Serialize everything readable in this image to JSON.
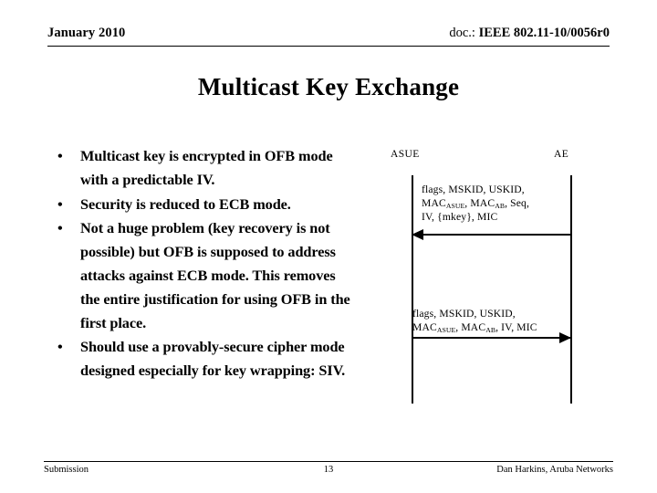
{
  "header": {
    "date": "January 2010",
    "doc_label": "doc.: ",
    "doc_number": "IEEE 802.11-10/0056r0"
  },
  "title": "Multicast Key Exchange",
  "bullets": [
    {
      "marker": "•",
      "text": "Multicast key is encrypted in OFB mode with a predictable IV."
    },
    {
      "marker": "•",
      "text": "Security is reduced to ECB mode."
    },
    {
      "marker": "•",
      "text": "Not a huge problem (key recovery is not possible) but OFB is supposed to address attacks against ECB mode. This removes the entire justification for using OFB in the first place."
    },
    {
      "marker": "•",
      "text": "Should use a provably-secure cipher mode designed especially for key wrapping: SIV."
    }
  ],
  "diagram": {
    "actor_left": "ASUE",
    "actor_right": "AE",
    "messages": [
      {
        "direction": "right-to-left",
        "from": "AE",
        "to": "ASUE",
        "lines": [
          {
            "pre": "flags, MSKID, USKID,",
            "sub": "",
            "post": ""
          },
          {
            "pre": "MAC",
            "sub": "ASUE",
            "post": ", MAC",
            "sub2": "AB",
            "post2": ", Seq,"
          },
          {
            "pre": "IV, {mkey}, MIC",
            "sub": "",
            "post": ""
          }
        ]
      },
      {
        "direction": "left-to-right",
        "from": "ASUE",
        "to": "AE",
        "lines": [
          {
            "pre": "flags, MSKID, USKID,",
            "sub": "",
            "post": ""
          },
          {
            "pre": "MAC",
            "sub": "ASUE",
            "post": ", MAC",
            "sub2": "AB",
            "post2": ", IV, MIC"
          }
        ]
      }
    ]
  },
  "footer": {
    "left": "Submission",
    "page": "13",
    "right": "Dan Harkins, Aruba Networks"
  }
}
